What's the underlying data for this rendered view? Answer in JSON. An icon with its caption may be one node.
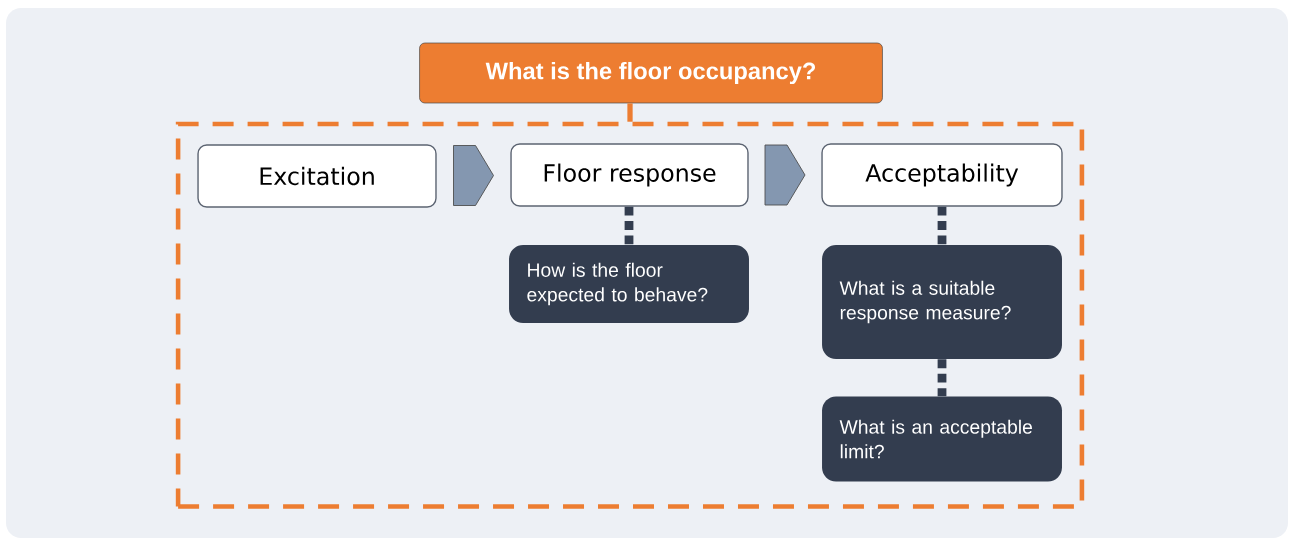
{
  "diagram": {
    "nodes": [
      {
        "text": [
          "What is the floor occupancy?"
        ]
      },
      {
        "text": [],
        "shape": "box"
      },
      {
        "text": [
          "Excitation"
        ],
        "in": 1
      },
      {
        "text": [
          "Floor response"
        ],
        "in": 1
      },
      {
        "text": [
          "Acceptability"
        ],
        "in": 1
      },
      {
        "text": [
          "How is the floor expected to behave?"
        ],
        "in": 1
      },
      {
        "text": [
          "What is a suitable response measure?"
        ],
        "in": 1
      },
      {
        "text": [
          "What is an acceptable limit?"
        ],
        "in": 1
      }
    ],
    "edges": [
      {
        "from": 0,
        "to": 1,
        "arrow": "none",
        "color": "#ed7d31"
      },
      {
        "from": 2,
        "to": 3,
        "arrow": "to",
        "color": "#8497b0"
      },
      {
        "from": 3,
        "to": 4,
        "arrow": "to",
        "color": "#8497b0"
      },
      {
        "from": 3,
        "to": 5,
        "arrow": "none",
        "style": "dashed",
        "color": "#333d4f"
      },
      {
        "from": 4,
        "to": 6,
        "arrow": "none",
        "style": "dashed",
        "color": "#333d4f"
      },
      {
        "from": 6,
        "to": 7,
        "arrow": "none",
        "style": "dashed",
        "color": "#333d4f"
      }
    ]
  }
}
